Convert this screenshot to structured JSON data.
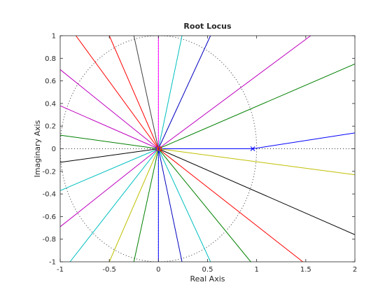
{
  "chart_data": {
    "type": "line",
    "title": "Root Locus",
    "xlabel": "Real Axis",
    "ylabel": "Imaginary Axis",
    "xlim": [
      -1,
      2
    ],
    "ylim": [
      -1,
      1
    ],
    "xticks": [
      -1,
      -0.5,
      0,
      0.5,
      1,
      1.5,
      2
    ],
    "xtick_labels": [
      "-1",
      "-0.5",
      "0",
      "0.5",
      "1",
      "1.5",
      "2"
    ],
    "yticks": [
      -1,
      -0.8,
      -0.6,
      -0.4,
      -0.2,
      0,
      0.2,
      0.4,
      0.6,
      0.8,
      1
    ],
    "ytick_labels": [
      "-1",
      "-0.8",
      "-0.6",
      "-0.4",
      "-0.2",
      "0",
      "0.2",
      "0.4",
      "0.6",
      "0.8",
      "1"
    ],
    "grid": false,
    "reference_lines": {
      "real_axis": true,
      "imaginary_axis": true,
      "unit_circle": true
    },
    "poles": [
      {
        "x": 0.96,
        "y": 0
      },
      {
        "x": 0,
        "y": 0
      }
    ],
    "series": [
      {
        "color": "#0000FF",
        "x": [
          0.96,
          2.0
        ],
        "y": [
          0.0,
          0.14
        ]
      },
      {
        "color": "#0000FF",
        "x": [
          0.96,
          0.0
        ],
        "y": [
          0.0,
          0.0
        ]
      },
      {
        "color": "#008000",
        "x": [
          0.0,
          2.0
        ],
        "y": [
          0.0,
          0.75
        ]
      },
      {
        "color": "#BF00BF",
        "x": [
          0.0,
          1.55
        ],
        "y": [
          0.0,
          1.0
        ]
      },
      {
        "color": "#0000BF",
        "x": [
          0.0,
          0.53
        ],
        "y": [
          0.0,
          1.0
        ]
      },
      {
        "color": "#00BFBF",
        "x": [
          0.0,
          0.24
        ],
        "y": [
          0.0,
          1.0
        ]
      },
      {
        "color": "#FF00FF",
        "x": [
          0.0,
          0.0
        ],
        "y": [
          0.0,
          1.0
        ]
      },
      {
        "color": "#404040",
        "x": [
          0.0,
          -0.25
        ],
        "y": [
          0.0,
          1.0
        ]
      },
      {
        "color": "#FF0000",
        "x": [
          0.0,
          -0.5
        ],
        "y": [
          0.0,
          1.0
        ]
      },
      {
        "color": "#FF0000",
        "x": [
          0.0,
          -0.84
        ],
        "y": [
          0.0,
          1.0
        ]
      },
      {
        "color": "#BF00BF",
        "x": [
          0.0,
          -1.0
        ],
        "y": [
          0.0,
          0.7
        ]
      },
      {
        "color": "#BF00BF",
        "x": [
          0.0,
          -1.0
        ],
        "y": [
          0.0,
          0.38
        ]
      },
      {
        "color": "#008000",
        "x": [
          0.0,
          -1.0
        ],
        "y": [
          0.0,
          0.12
        ]
      },
      {
        "color": "#000000",
        "x": [
          0.0,
          -1.0
        ],
        "y": [
          0.0,
          -0.12
        ]
      },
      {
        "color": "#00BFBF",
        "x": [
          0.0,
          -1.0
        ],
        "y": [
          0.0,
          -0.37
        ]
      },
      {
        "color": "#BF00BF",
        "x": [
          0.0,
          -1.0
        ],
        "y": [
          0.0,
          -0.69
        ]
      },
      {
        "color": "#00BFBF",
        "x": [
          0.0,
          -0.9
        ],
        "y": [
          0.0,
          -1.0
        ]
      },
      {
        "color": "#BFBF00",
        "x": [
          0.0,
          -0.5
        ],
        "y": [
          0.0,
          -1.0
        ]
      },
      {
        "color": "#008000",
        "x": [
          0.0,
          -0.25
        ],
        "y": [
          0.0,
          -1.0
        ]
      },
      {
        "color": "#0000FF",
        "x": [
          0.0,
          0.0
        ],
        "y": [
          0.0,
          -1.0
        ]
      },
      {
        "color": "#0000BF",
        "x": [
          0.0,
          0.24
        ],
        "y": [
          0.0,
          -1.0
        ]
      },
      {
        "color": "#00BFBF",
        "x": [
          0.0,
          0.53
        ],
        "y": [
          0.0,
          -1.0
        ]
      },
      {
        "color": "#008000",
        "x": [
          0.0,
          0.94
        ],
        "y": [
          0.0,
          -1.0
        ]
      },
      {
        "color": "#FF0000",
        "x": [
          0.0,
          1.47
        ],
        "y": [
          0.0,
          -1.0
        ]
      },
      {
        "color": "#000000",
        "x": [
          0.0,
          2.0
        ],
        "y": [
          0.0,
          -0.76
        ]
      },
      {
        "color": "#BFBF00",
        "x": [
          0.0,
          2.0
        ],
        "y": [
          0.0,
          -0.23
        ]
      }
    ]
  }
}
